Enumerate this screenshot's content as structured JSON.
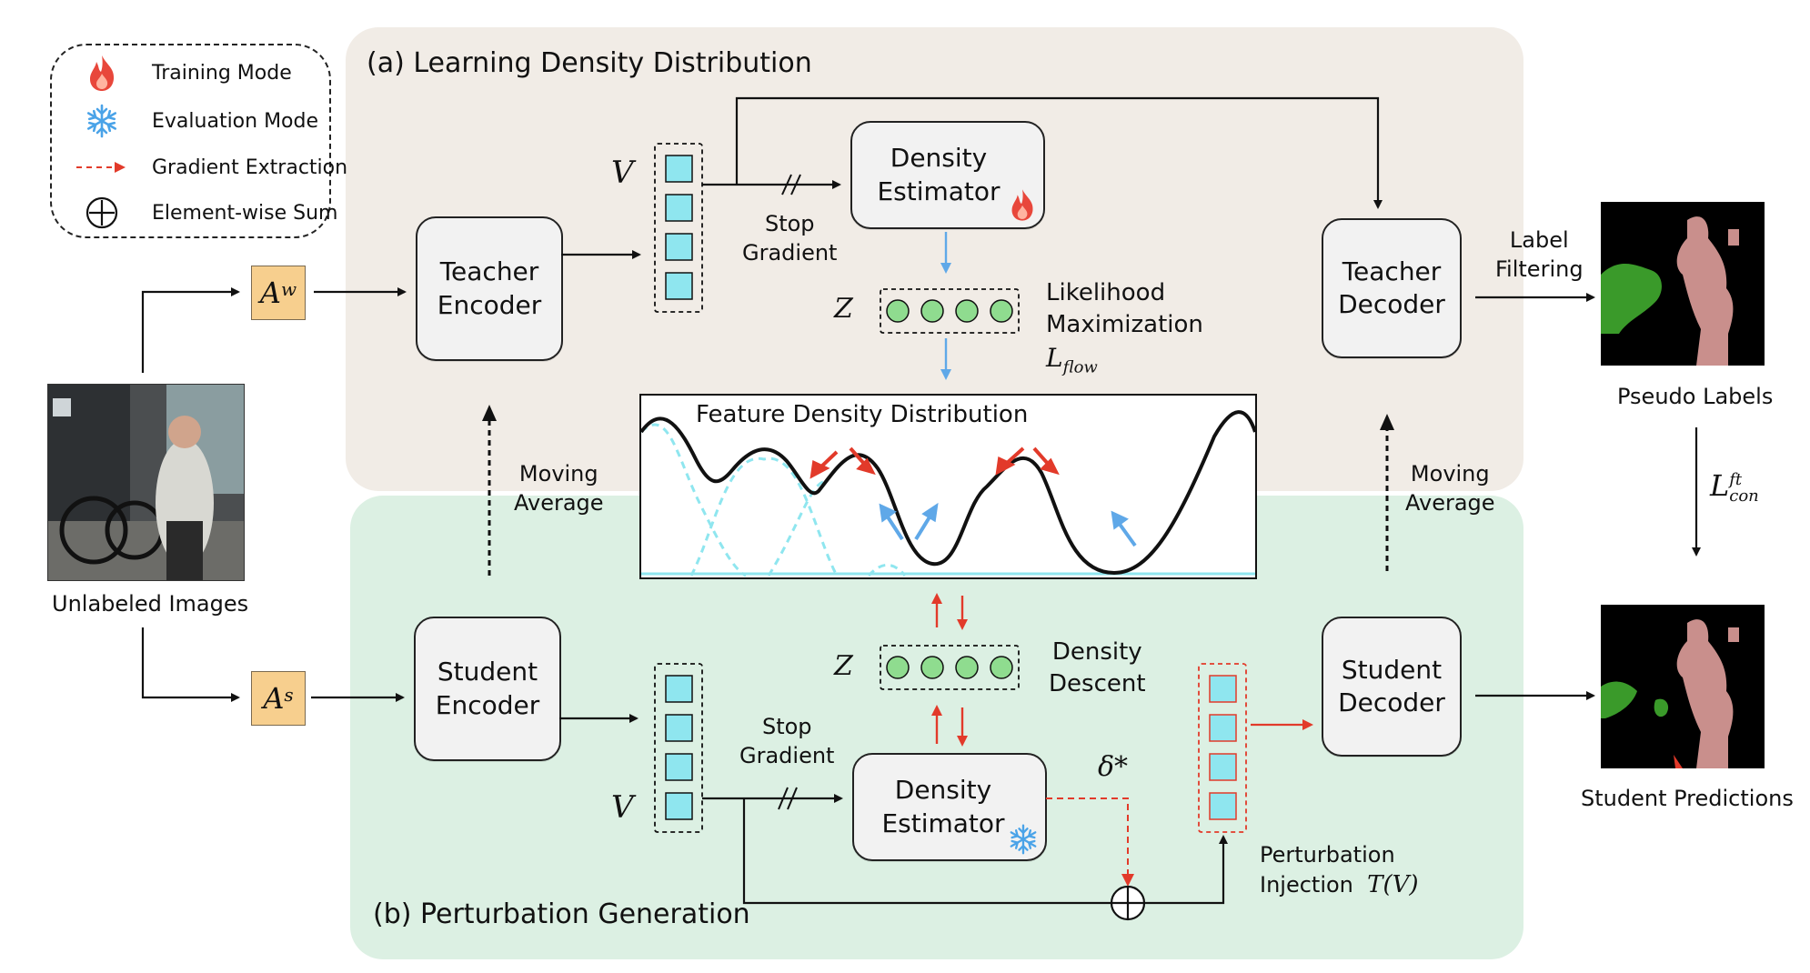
{
  "legend": {
    "training_mode": "Training Mode",
    "evaluation_mode": "Evaluation Mode",
    "gradient_extraction": "Gradient Extraction",
    "element_wise_sum": "Element-wise Sum"
  },
  "panels": {
    "a_title": "(a) Learning Density Distribution",
    "b_title": "(b) Perturbation Generation"
  },
  "input": {
    "caption": "Unlabeled Images"
  },
  "augment": {
    "weak_base": "A",
    "weak_sup": "w",
    "strong_base": "A",
    "strong_sup": "s"
  },
  "teacher": {
    "encoder_line1": "Teacher",
    "encoder_line2": "Encoder",
    "decoder_line1": "Teacher",
    "decoder_line2": "Decoder"
  },
  "student": {
    "encoder_line1": "Student",
    "encoder_line2": "Encoder",
    "decoder_line1": "Student",
    "decoder_line2": "Decoder"
  },
  "density_estimator": {
    "line1": "Density",
    "line2": "Estimator"
  },
  "symbols": {
    "v": "V",
    "z": "Z",
    "delta_star": "δ*"
  },
  "stop_gradient": {
    "line1": "Stop",
    "line2": "Gradient"
  },
  "likelihood": {
    "line1": "Likelihood",
    "line2": "Maximization",
    "loss_base": "L",
    "loss_sub": "flow"
  },
  "density_descent": {
    "line1": "Density",
    "line2": "Descent"
  },
  "feature_density": {
    "title": "Feature Density Distribution"
  },
  "moving_average": {
    "line1": "Moving",
    "line2": "Average"
  },
  "label_filtering": {
    "line1": "Label",
    "line2": "Filtering"
  },
  "perturbation": {
    "line1": "Perturbation",
    "line2": "Injection",
    "formula": "T(V)"
  },
  "outputs": {
    "pseudo_labels": "Pseudo Labels",
    "student_predictions": "Student Predictions",
    "loss_base": "L",
    "loss_sup": "ft",
    "loss_sub": "con"
  },
  "colors": {
    "panel_a": "#f1ece6",
    "panel_b": "#dcf0e3",
    "feature_cell": "#8fe6ef",
    "z_node": "#8fdc8f",
    "blue_arrow": "#5fa8e8",
    "red_arrow": "#e23a2a",
    "augment": "#f7cf8e",
    "seg_green": "#3a9a2a",
    "seg_person": "#c98f8c"
  }
}
